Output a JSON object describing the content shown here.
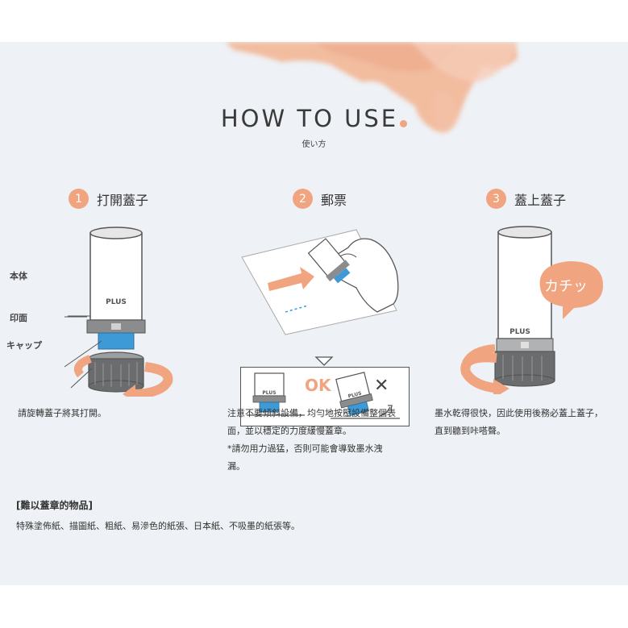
{
  "header": {
    "title": "HOW TO USE",
    "subtitle": "使い方"
  },
  "steps": [
    {
      "number": "1",
      "label": "打開蓋子",
      "callouts": [
        "本体",
        "印面",
        "キャップ"
      ],
      "brand": "PLUS",
      "description": [
        "請旋轉蓋子將其打開。"
      ]
    },
    {
      "number": "2",
      "label": "郵票",
      "ok_label": "OK",
      "ng_label": "✕",
      "brand": "PLUS",
      "description": [
        "注意不要傾斜設備，均勻地按壓設備整個表",
        "面，並以穩定的力度緩慢蓋章。",
        "*請勿用力過猛，否則可能會導致墨水洩",
        "漏。"
      ]
    },
    {
      "number": "3",
      "label": "蓋上蓋子",
      "bubble": "カチッ",
      "brand": "PLUS",
      "description": [
        "墨水乾得很快，因此使用後務必蓋上蓋子，",
        "直到聽到咔嗒聲。"
      ]
    }
  ],
  "note": {
    "title": "[難以蓋章的物品]",
    "text": "特殊塗佈紙、描圖紙、粗紙、易滲色的紙張、日本紙、不吸墨的紙張等。"
  },
  "colors": {
    "accent": "#f0a47f",
    "background": "#eef1f5",
    "blue": "#3d9ad6",
    "grey": "#8a8c8e"
  }
}
